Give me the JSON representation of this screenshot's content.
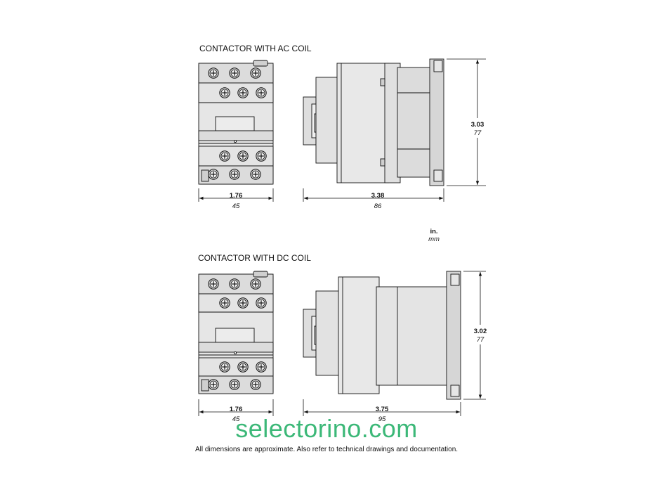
{
  "sections": [
    {
      "title": "CONTACTOR WITH AC COIL",
      "width_in": "1.76",
      "width_mm": "45",
      "depth_in": "3.38",
      "depth_mm": "86",
      "height_in": "3.03",
      "height_mm": "77"
    },
    {
      "title": "CONTACTOR WITH DC COIL",
      "width_in": "1.76",
      "width_mm": "45",
      "depth_in": "3.75",
      "depth_mm": "95",
      "height_in": "3.02",
      "height_mm": "77"
    }
  ],
  "units": {
    "inch": "in.",
    "mm": "mm"
  },
  "watermark": "selectorino.com",
  "footnote": "All dimensions are approximate.  Also refer to technical drawings and documentation.",
  "colors": {
    "body_fill": "#e6e6e6",
    "line": "#111111",
    "watermark": "#3cb878"
  }
}
